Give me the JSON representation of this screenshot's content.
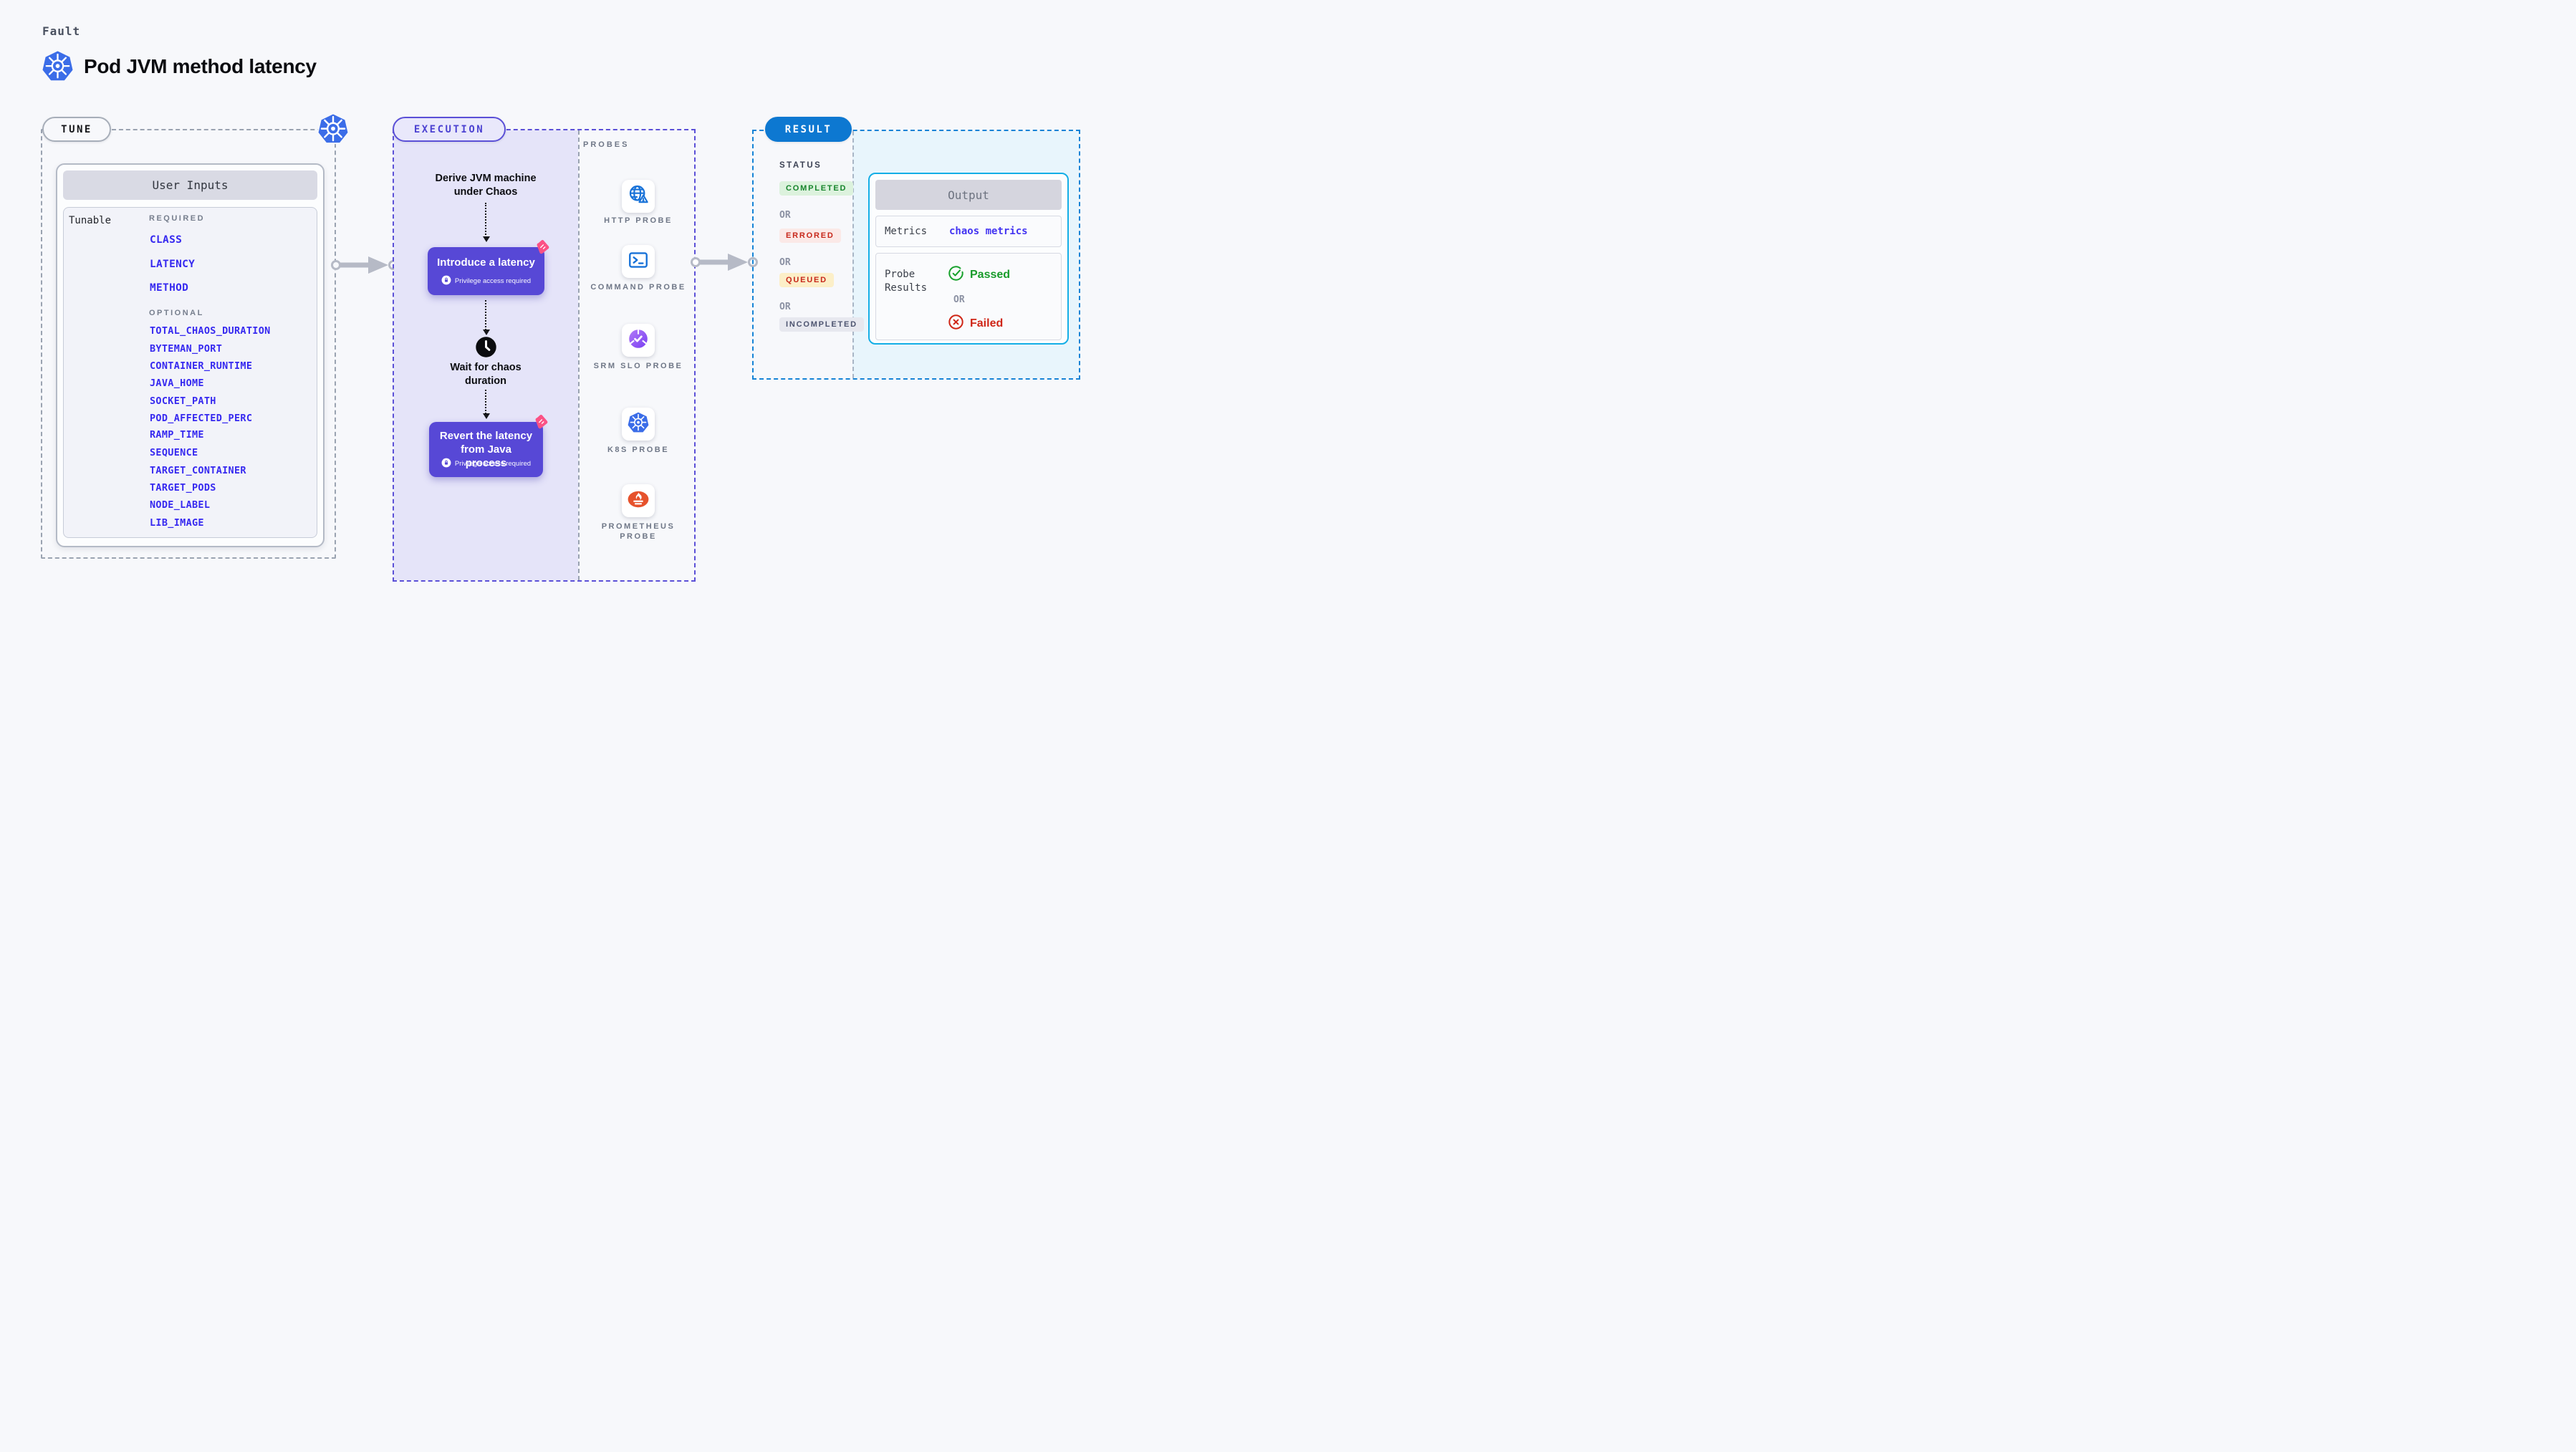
{
  "header": {
    "eyebrow": "Fault",
    "title": "Pod JVM method latency"
  },
  "tune": {
    "badge": "TUNE",
    "card_title": "User Inputs",
    "row_label": "Tunable",
    "required_label": "REQUIRED",
    "optional_label": "OPTIONAL",
    "required_items": [
      "CLASS",
      "LATENCY",
      "METHOD"
    ],
    "optional_items": [
      "TOTAL_CHAOS_DURATION",
      "BYTEMAN_PORT",
      "CONTAINER_RUNTIME",
      "JAVA_HOME",
      "SOCKET_PATH",
      "POD_AFFECTED_PERC",
      "RAMP_TIME",
      "SEQUENCE",
      "TARGET_CONTAINER",
      "TARGET_PODS",
      "NODE_LABEL",
      "LIB_IMAGE"
    ]
  },
  "execution": {
    "badge": "EXECUTION",
    "steps": {
      "derive": "Derive JVM machine under Chaos",
      "introduce_title": "Introduce a latency",
      "introduce_note": "Privilege access required",
      "wait": "Wait for chaos duration",
      "revert_title": "Revert the latency from Java process",
      "revert_note": "Privilege access required"
    },
    "probes": {
      "label": "PROBES",
      "items": [
        {
          "label": "HTTP PROBE",
          "icon": "http-probe-icon"
        },
        {
          "label": "COMMAND PROBE",
          "icon": "command-probe-icon"
        },
        {
          "label": "SRM SLO PROBE",
          "icon": "srm-slo-probe-icon"
        },
        {
          "label": "K8S PROBE",
          "icon": "k8s-probe-icon"
        },
        {
          "label": "PROMETHEUS PROBE",
          "icon": "prometheus-probe-icon"
        }
      ]
    }
  },
  "result": {
    "badge": "RESULT",
    "status": {
      "label": "STATUS",
      "separator": "OR",
      "badges": [
        "COMPLETED",
        "ERRORED",
        "QUEUED",
        "INCOMPLETED"
      ]
    },
    "output": {
      "title": "Output",
      "metrics_label": "Metrics",
      "metrics_value": "chaos metrics",
      "probe_results_label": "Probe Results",
      "passed": "Passed",
      "or": "OR",
      "failed": "Failed"
    }
  },
  "colors": {
    "accent_purple": "#5748d6",
    "execution_border": "#5b50d7",
    "result_blue": "#0d78d1",
    "result_border": "#1583d6",
    "output_border": "#14aee6",
    "k8s_blue": "#326ce5",
    "param_blue": "#3629f0",
    "chaos_pink": "#fb5185",
    "passed_green": "#189b2a",
    "failed_red": "#cf2617",
    "completed_bg": "#dcf2dd",
    "errored_bg": "#fbe9e7",
    "queued_bg": "#fcefc8",
    "incompleted_bg": "#e7e8ef"
  }
}
